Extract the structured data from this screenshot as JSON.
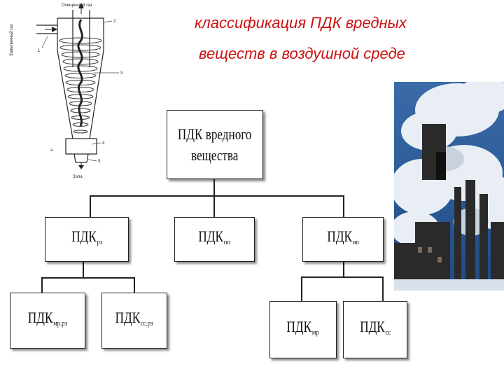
{
  "title": {
    "line1": "классификация ПДК вредных",
    "line2": "веществ в воздушной среде"
  },
  "cyclone": {
    "top_label": "Очищенный газ",
    "left_label": "Запыленный газ",
    "bottom_label": "Зола",
    "part_numbers": [
      "1",
      "2",
      "3",
      "4",
      "5"
    ],
    "figure_letter": "а"
  },
  "boxes": {
    "root": {
      "line1": "ПДК вредного",
      "line2": "вещества"
    },
    "rz": {
      "main": "ПДК",
      "sub": "рз"
    },
    "pp": {
      "main": "ПДК",
      "sub": "пп"
    },
    "np": {
      "main": "ПДК",
      "sub": "нп"
    },
    "mr_rz": {
      "main": "ПДК",
      "sub": "мр.рз"
    },
    "ss_rz": {
      "main": "ПДК",
      "sub": "сс.рз"
    },
    "mr": {
      "main": "ПДК",
      "sub": "мр"
    },
    "ss": {
      "main": "ПДК",
      "sub": "сс"
    }
  },
  "photo": {
    "icon": "factory-smoke-photo",
    "colors": {
      "sky": "#1e4a86",
      "smoke": "#e8eef4",
      "snow": "#d8e0ea",
      "structures": "#2a2a2a"
    }
  },
  "colors": {
    "title": "#cc1111",
    "box_border": "#222222",
    "lines": "#222222"
  }
}
